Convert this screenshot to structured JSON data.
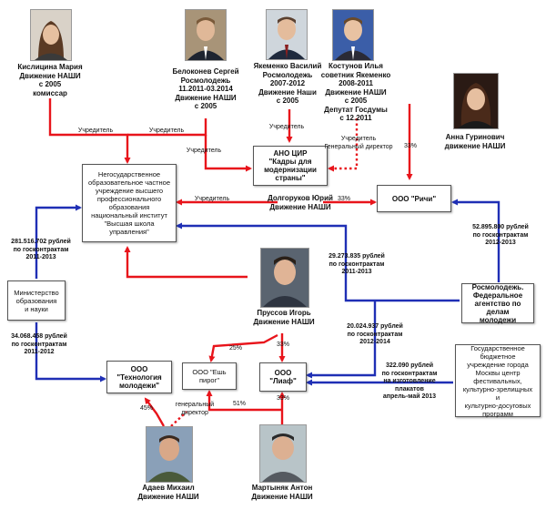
{
  "people": {
    "kislitsina": "Кислицина Мария\nДвижение НАШИ\nс 2005\nкомиссар",
    "belokonev": "Белоконев Сергей\nРосмолодежь\n11.2011-03.2014\nДвижение НАШИ\nс 2005",
    "yakemenko": "Якеменко Василий\nРосмолодежь\n2007-2012\nДвижение Наши\nс 2005",
    "kostunov": "Костунов Илья\nсоветник Якеменко\n2008-2011\nДвижение НАШИ\nс 2005\nДепутат Госдумы\nс 12.2011",
    "gurinovich": "Анна Гуринович\nдвижение НАШИ",
    "dolgorukov": "Долгоруков Юрий\nДвижение НАШИ",
    "prussov": "Пруссов Игорь\nДвижение НАШИ",
    "adaev": "Адаев Михаил\nДвижение НАШИ",
    "martynyak": "Мартыняк Антон\nДвижение НАШИ"
  },
  "orgs": {
    "school": "Негосударственное\nобразовательное частное\nучреждение высшего\nпрофессионального\nобразования\nнациональный институт\n\"Высшая школа\nуправления\"",
    "ano": "АНО ЦИР\n\"Кадры для\nмодернизации\nстраны\"",
    "richi": "ООО \"Ричи\"",
    "ministry": "Министерство\nобразования\nи науки",
    "rosmol": "Росмолодежь.\nФедеральное\nагентство по\nделам\nмолодежи",
    "tech": "ООО\n\"Технология\nмолодежи\"",
    "yesh": "ООО \"Ешь\nпирог\"",
    "liaf": "ООО\n\"Лиаф\"",
    "gbu": "Государственное\nбюджетное\nучреждение города\nМосквы центр\nфестивальных,\nкультурно-зрелищных\nи\nкультурно-досуговых\nпрограмм"
  },
  "labels": {
    "founder1": "Учредитель",
    "founder2": "Учредитель",
    "founder3": "Учредитель",
    "founder4": "Учредитель",
    "founder5": "Учредитель",
    "founder_gd": "Учредитель\nГенеральный директор",
    "pct_anna": "33%",
    "pct_dolg": "33%",
    "pct_25": "25%",
    "pct_33a": "33%",
    "pct_33b": "33%",
    "pct_51": "51%",
    "pct_45": "45%",
    "gen_dir": "генеральный\nдиректор",
    "m281": "281.516.702 рублей\nпо госконтрактам\n2011-2013",
    "m34": "34.068.458 рублей\nпо госконтрактам\n2011-2012",
    "m52": "52.895.800 рублей\nпо госконтрактам\n2012-2013",
    "m29": "29.273.835 рублей\nпо госконтрактам\n2011-2013",
    "m20": "20.024.937 рублей\nпо госконтрактам\n2012-2014",
    "m322": "322.090 рублей\nпо госконтрактам\nна изготовление\nплакатов\nапрель-май 2013"
  },
  "colors": {
    "red": "#e8141b",
    "blue": "#1f2fb5"
  }
}
